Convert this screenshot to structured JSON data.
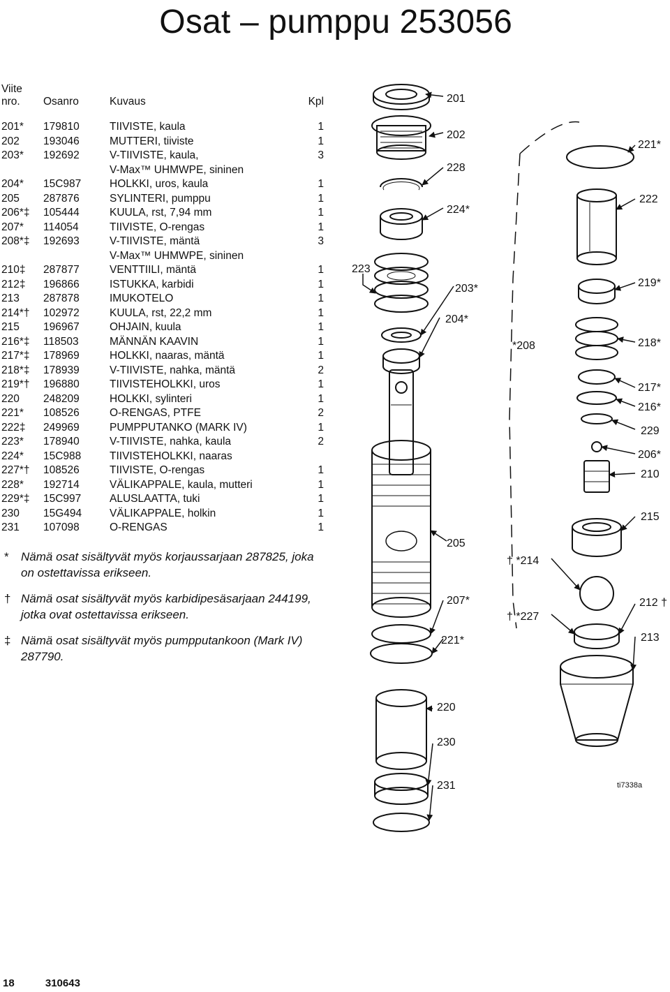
{
  "title": "Osat – pumppu 253056",
  "table": {
    "headers": {
      "ref_line1": "Viite",
      "ref_line2": "nro.",
      "part": "Osanro",
      "desc": "Kuvaus",
      "qty": "Kpl"
    },
    "rows": [
      {
        "ref": "201*",
        "part": "179810",
        "desc": "TIIVISTE, kaula",
        "qty": "1"
      },
      {
        "ref": "202",
        "part": "193046",
        "desc": "MUTTERI, tiiviste",
        "qty": "1"
      },
      {
        "ref": "203*",
        "part": "192692",
        "desc": "V-TIIVISTE, kaula,",
        "qty": "3"
      },
      {
        "ref": "",
        "part": "",
        "desc": "V-Max™ UHMWPE, sininen",
        "qty": ""
      },
      {
        "ref": "204*",
        "part": "15C987",
        "desc": "HOLKKI, uros, kaula",
        "qty": "1"
      },
      {
        "ref": "205",
        "part": "287876",
        "desc": "SYLINTERI, pumppu",
        "qty": "1"
      },
      {
        "ref": "206*‡",
        "part": "105444",
        "desc": "KUULA, rst, 7,94 mm",
        "qty": "1"
      },
      {
        "ref": "207*",
        "part": "114054",
        "desc": "TIIVISTE, O-rengas",
        "qty": "1"
      },
      {
        "ref": "208*‡",
        "part": "192693",
        "desc": "V-TIIVISTE, mäntä",
        "qty": "3"
      },
      {
        "ref": "",
        "part": "",
        "desc": "V-Max™ UHMWPE, sininen",
        "qty": ""
      },
      {
        "ref": "210‡",
        "part": "287877",
        "desc": "VENTTIILI, mäntä",
        "qty": "1"
      },
      {
        "ref": "212‡",
        "part": "196866",
        "desc": "ISTUKKA, karbidi",
        "qty": "1"
      },
      {
        "ref": "213",
        "part": "287878",
        "desc": "IMUKOTELO",
        "qty": "1"
      },
      {
        "ref": "214*†",
        "part": "102972",
        "desc": "KUULA, rst, 22,2 mm",
        "qty": "1"
      },
      {
        "ref": "215",
        "part": "196967",
        "desc": "OHJAIN, kuula",
        "qty": "1"
      },
      {
        "ref": "216*‡",
        "part": "118503",
        "desc": "MÄNNÄN KAAVIN",
        "qty": "1"
      },
      {
        "ref": "217*‡",
        "part": "178969",
        "desc": "HOLKKI, naaras, mäntä",
        "qty": "1"
      },
      {
        "ref": "218*‡",
        "part": "178939",
        "desc": "V-TIIVISTE, nahka, mäntä",
        "qty": "2"
      },
      {
        "ref": "219*†",
        "part": "196880",
        "desc": "TIIVISTEHOLKKI, uros",
        "qty": "1"
      },
      {
        "ref": "220",
        "part": "248209",
        "desc": "HOLKKI, sylinteri",
        "qty": "1"
      },
      {
        "ref": "221*",
        "part": "108526",
        "desc": "O-RENGAS, PTFE",
        "qty": "2"
      },
      {
        "ref": "222‡",
        "part": "249969",
        "desc": "PUMPPUTANKO (MARK IV)",
        "qty": "1"
      },
      {
        "ref": "223*",
        "part": "178940",
        "desc": "V-TIIVISTE, nahka, kaula",
        "qty": "2"
      },
      {
        "ref": "224*",
        "part": "15C988",
        "desc": "TIIVISTEHOLKKI, naaras",
        "qty": ""
      },
      {
        "ref": "227*†",
        "part": "108526",
        "desc": "TIIVISTE, O-rengas",
        "qty": "1"
      },
      {
        "ref": "228*",
        "part": "192714",
        "desc": "VÄLIKAPPALE, kaula, mutteri",
        "qty": "1"
      },
      {
        "ref": "229*‡",
        "part": "15C997",
        "desc": "ALUSLAATTA, tuki",
        "qty": "1"
      },
      {
        "ref": "230",
        "part": "15G494",
        "desc": "VÄLIKAPPALE, holkin",
        "qty": "1"
      },
      {
        "ref": "231",
        "part": "107098",
        "desc": "O-RENGAS",
        "qty": "1"
      }
    ]
  },
  "footnotes": [
    {
      "symbol": "*",
      "text": "Nämä osat sisältyvät myös korjaussarjaan 287825, joka on ostettavissa erikseen."
    },
    {
      "symbol": "†",
      "text": "Nämä osat sisältyvät myös karbidipesäsarjaan 244199, jotka ovat ostettavissa erikseen."
    },
    {
      "symbol": "‡",
      "text": "Nämä osat sisältyvät myös pumpputankoon (Mark IV) 287790."
    }
  ],
  "diagram": {
    "labels": {
      "l201": "201",
      "l202": "202",
      "l228": "228",
      "l224": "224*",
      "l223": "223",
      "l203": "203*",
      "l204": "204*",
      "l205": "205",
      "l207": "207*",
      "l221b": "221*",
      "l220": "220",
      "l230": "230",
      "l231": "231",
      "l221a": "221*",
      "l222": "222",
      "l219": "219*",
      "l208": "*208",
      "l218": "218*",
      "l217": "217*",
      "l216": "216*",
      "l229": "229",
      "l206": "206*",
      "l210": "210",
      "l215": "215",
      "l214": "† *214",
      "l227": "† *227",
      "l212": "212 †",
      "l213": "213"
    },
    "figure_id": "ti7338a"
  },
  "footer": {
    "page": "18",
    "doc": "310643"
  }
}
